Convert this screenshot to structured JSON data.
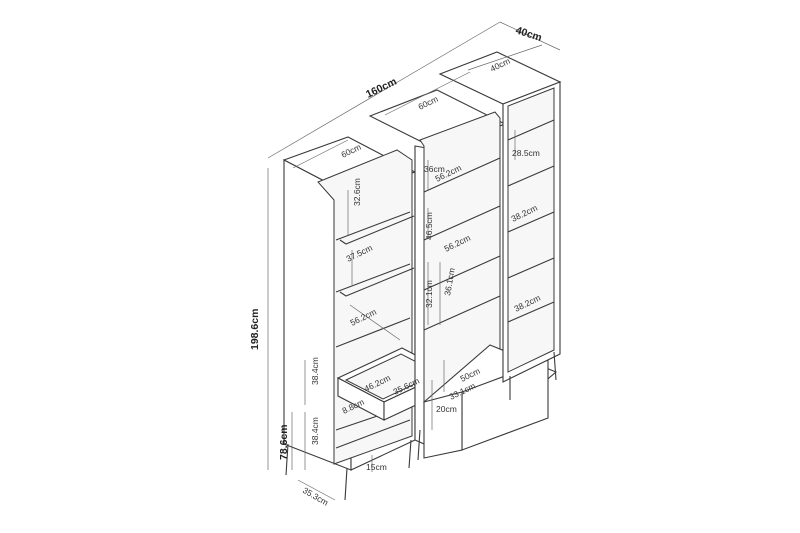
{
  "labels": {
    "total_depth": "40cm",
    "total_width": "160cm",
    "total_height": "198.6cm",
    "left_width": "60cm",
    "middle_width": "60cm",
    "right_width": "40cm",
    "left_shelf_1": "32.6cm",
    "left_shelf_2": "37.5cm",
    "left_shelf_3": "56.2cm",
    "left_drawer_w": "46.2cm",
    "left_drawer_d": "35.6cm",
    "left_drawer_h": "8.8cm",
    "left_side_a": "38.4cm",
    "left_side_b": "38.4cm",
    "lower_height": "78.6cm",
    "leg_depth": "35.3cm",
    "leg_height": "15cm",
    "mid_h_1": "36cm",
    "mid_w_1": "56.2cm",
    "mid_h_2": "46.5cm",
    "mid_w_2": "56.2cm",
    "mid_h_3": "32.1cm",
    "mid_w_3": "36.1cm",
    "mid_drawer_w": "50cm",
    "mid_drawer_d": "33.1cm",
    "mid_drawer_h": "20cm",
    "right_h_1": "28.5cm",
    "right_w_1": "38.2cm",
    "right_w_2": "38.2cm"
  }
}
